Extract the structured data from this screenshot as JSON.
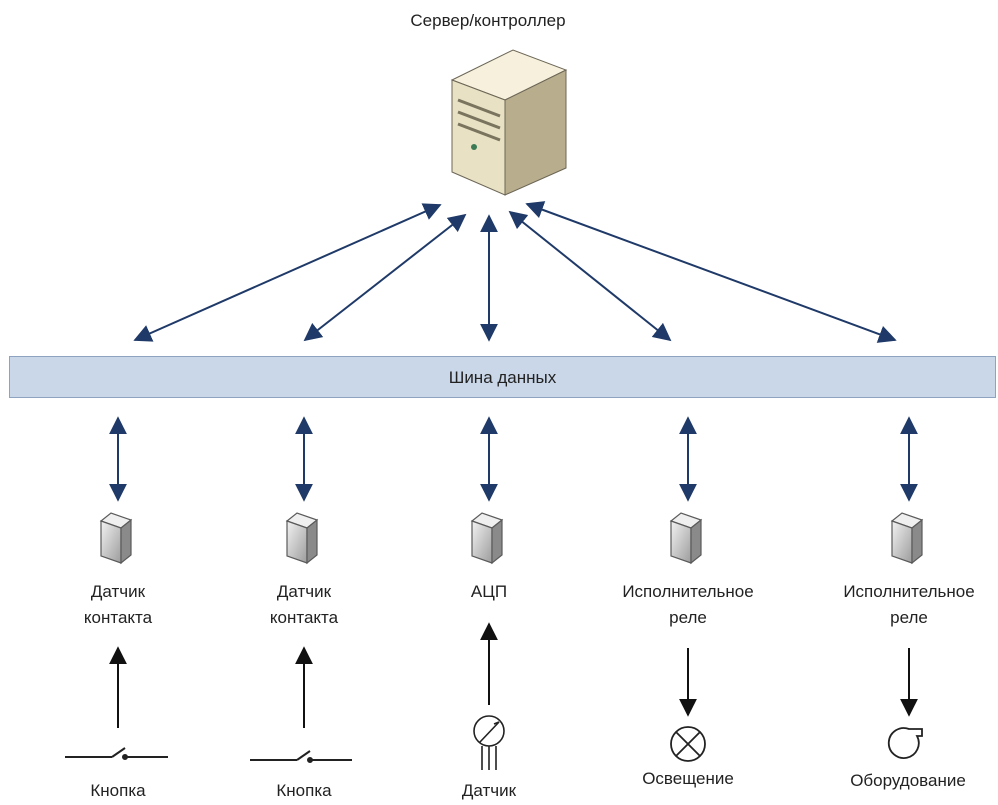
{
  "server": {
    "title": "Сервер/контроллер",
    "icon": "server-tower-icon"
  },
  "bus": {
    "label": "Шина данных"
  },
  "modules": [
    {
      "label_line1": "Датчик",
      "label_line2": "контакта",
      "device": "Кнопка",
      "device_icon": "push-button-switch-icon"
    },
    {
      "label_line1": "Датчик",
      "label_line2": "контакта",
      "device": "Кнопка",
      "device_icon": "push-button-switch-icon"
    },
    {
      "label_line1": "АЦП",
      "label_line2": "",
      "device": "Датчик",
      "device_icon": "thermo-sensor-icon"
    },
    {
      "label_line1": "Исполнительное",
      "label_line2": "реле",
      "device": "Освещение",
      "device_icon": "lamp-icon"
    },
    {
      "label_line1": "Исполнительное",
      "label_line2": "реле",
      "device": "Оборудование",
      "device_icon": "fan-blower-icon"
    }
  ],
  "colors": {
    "bus_fill": "#c9d7e8",
    "arrow_blue": "#1f3a68",
    "arrow_black": "#111111"
  }
}
